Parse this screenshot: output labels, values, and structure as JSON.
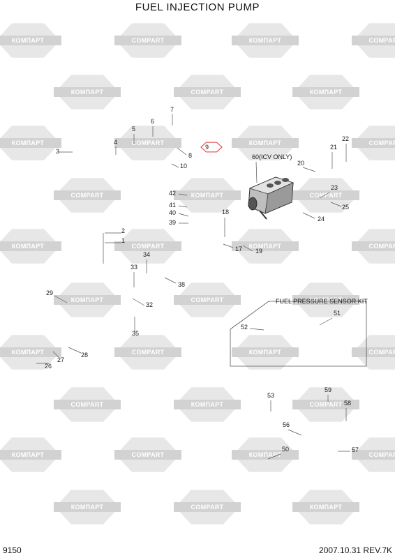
{
  "title": "FUEL INJECTION PUMP",
  "page_code": "9150",
  "revision": "2007.10.31  REV.7K",
  "kit_label": "FUEL PRESSURE SENSOR KIT",
  "part_labels": [
    "1",
    "2",
    "3",
    "4",
    "5",
    "6",
    "7",
    "8",
    "9",
    "10",
    "17",
    "18",
    "19",
    "20",
    "21",
    "22",
    "23",
    "24",
    "25",
    "26",
    "27",
    "28",
    "29",
    "32",
    "33",
    "34",
    "35",
    "38",
    "39",
    "40",
    "41",
    "42",
    "50",
    "51",
    "52",
    "53",
    "56",
    "57",
    "58",
    "59",
    "60(ICV ONLY)"
  ],
  "highlighted_part": "9",
  "watermarks": [
    "КОМПАРТ",
    "COMPART"
  ],
  "colors": {
    "highlight": "#e03030",
    "watermark": "#d4d4d4",
    "line": "#555555"
  }
}
